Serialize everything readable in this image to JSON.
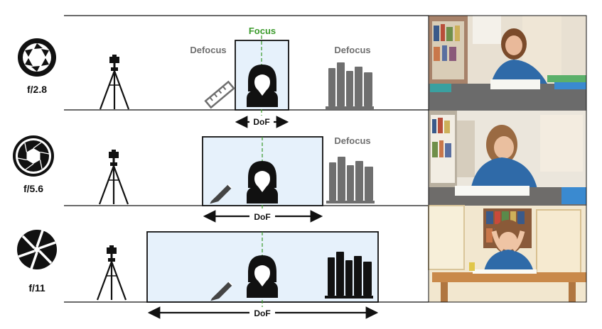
{
  "colors": {
    "focus_green": "#3a9a2a",
    "dof_fill": "#e6f1fb",
    "defocus_gray": "#6f6f6f",
    "ink": "#111111"
  },
  "labels": {
    "focus": "Focus",
    "defocus": "Defocus",
    "dof": "DoF"
  },
  "rows": [
    {
      "fstop": "f/2.8",
      "aperture_icon": "aperture-wide-icon",
      "near_object_icon": "ruler-icon",
      "near_object_state": "defocus",
      "far_object_state": "defocus",
      "photo": "girl-writing-at-desk-photo"
    },
    {
      "fstop": "f/5.6",
      "aperture_icon": "aperture-medium-icon",
      "near_object_icon": "pencil-icon",
      "near_object_state": "in-focus",
      "far_object_state": "defocus",
      "photo": "girl-resting-head-on-hand-photo"
    },
    {
      "fstop": "f/11",
      "aperture_icon": "aperture-narrow-icon",
      "near_object_icon": "pencil-icon",
      "near_object_state": "in-focus",
      "far_object_state": "in-focus",
      "photo": "girl-holding-head-illustration"
    }
  ]
}
